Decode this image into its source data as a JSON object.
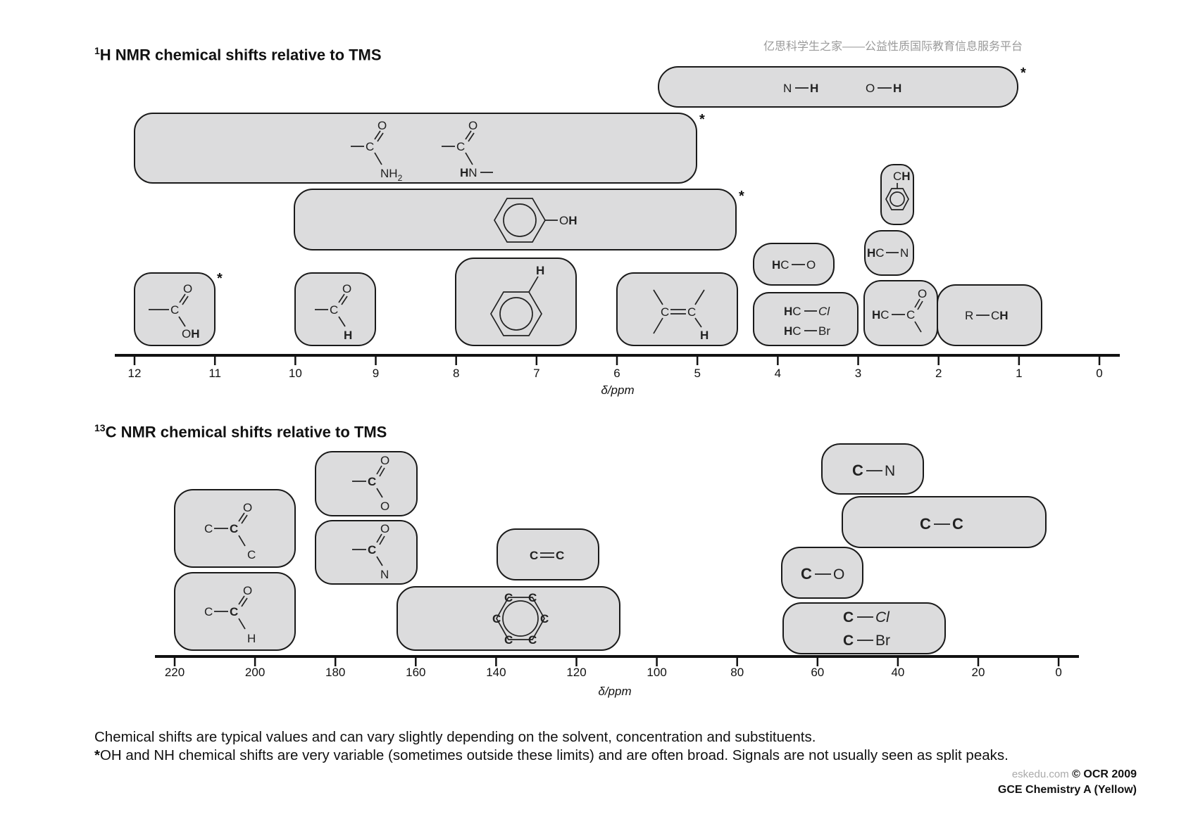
{
  "watermark": "亿思科学生之家——公益性质国际教育信息服务平台",
  "h_nmr": {
    "title_sup": "1",
    "title_text": "H NMR chemical shifts relative to TMS",
    "axis_label": "δ/ppm",
    "ticks": [
      "12",
      "11",
      "10",
      "9",
      "8",
      "7",
      "6",
      "5",
      "4",
      "3",
      "2",
      "1",
      "0"
    ],
    "ranges": [
      {
        "group": "N–H, O–H",
        "ppm": [
          1,
          5.5
        ],
        "variable": true,
        "labels": {
          "n": "N",
          "h1": "H",
          "o": "O",
          "h2": "H"
        }
      },
      {
        "group": "amide C(=O)NH",
        "ppm": [
          5,
          12
        ],
        "variable": true,
        "labels": {
          "o1": "O",
          "c1": "C",
          "nh": "NH",
          "sub2": "2",
          "o2": "O",
          "c2": "C",
          "h": "H",
          "n": "N"
        }
      },
      {
        "group": "phenol OH",
        "ppm": [
          4.5,
          10
        ],
        "variable": true,
        "labels": {
          "oh": "OH",
          "h": "H"
        }
      },
      {
        "group": "carboxylic acid OH",
        "ppm": [
          11,
          12
        ],
        "variable": true,
        "labels": {
          "o": "O",
          "c": "C",
          "oh": "OH",
          "h": "H"
        }
      },
      {
        "group": "aldehyde CHO",
        "ppm": [
          9,
          10
        ],
        "variable": false,
        "labels": {
          "o": "O",
          "c": "C",
          "h": "H"
        }
      },
      {
        "group": "aromatic H",
        "ppm": [
          6.5,
          8
        ],
        "variable": false,
        "labels": {
          "h": "H"
        }
      },
      {
        "group": "alkene H",
        "ppm": [
          4.5,
          6
        ],
        "variable": false,
        "labels": {
          "c1": "C",
          "c2": "C",
          "h": "H"
        }
      },
      {
        "group": "HC–O",
        "ppm": [
          3.3,
          4.3
        ],
        "variable": false,
        "labels": {
          "h": "H",
          "c": "C",
          "o": "O"
        }
      },
      {
        "group": "HC–Cl / HC–Br",
        "ppm": [
          3,
          4.3
        ],
        "variable": false,
        "labels": {
          "h1": "H",
          "c1": "C",
          "cl": "Cl",
          "h2": "H",
          "c2": "C",
          "br": "Br"
        }
      },
      {
        "group": "benzylic CH",
        "ppm": [
          2.3,
          2.7
        ],
        "variable": false,
        "labels": {
          "c": "C",
          "h": "H"
        }
      },
      {
        "group": "HC–N",
        "ppm": [
          2.3,
          2.9
        ],
        "variable": false,
        "labels": {
          "h": "H",
          "c": "C",
          "n": "N"
        }
      },
      {
        "group": "HC–C=O",
        "ppm": [
          2,
          2.9
        ],
        "variable": false,
        "labels": {
          "h": "H",
          "c1": "C",
          "c2": "C",
          "o": "O"
        }
      },
      {
        "group": "R–CH",
        "ppm": [
          0.3,
          2
        ],
        "variable": false,
        "labels": {
          "r": "R",
          "c": "C",
          "h": "H"
        }
      }
    ]
  },
  "c_nmr": {
    "title_sup": "13",
    "title_text": "C NMR chemical shifts relative to TMS",
    "axis_label": "δ/ppm",
    "ticks": [
      "220",
      "200",
      "180",
      "160",
      "140",
      "120",
      "100",
      "80",
      "60",
      "40",
      "20",
      "0"
    ],
    "ranges": [
      {
        "group": "ketone C=O",
        "ppm": [
          190,
          220
        ],
        "labels": {
          "c1": "C",
          "c2": "C",
          "o": "O",
          "c3": "C"
        }
      },
      {
        "group": "aldehyde C=O",
        "ppm": [
          190,
          220
        ],
        "labels": {
          "c1": "C",
          "c2": "C",
          "o": "O",
          "h": "H"
        }
      },
      {
        "group": "acid/ester C=O",
        "ppm": [
          165,
          190
        ],
        "labels": {
          "c": "C",
          "o1": "O",
          "o2": "O"
        }
      },
      {
        "group": "amide C=O",
        "ppm": [
          165,
          190
        ],
        "labels": {
          "c": "C",
          "o": "O",
          "n": "N"
        }
      },
      {
        "group": "alkene C=C",
        "ppm": [
          115,
          140
        ],
        "labels": {
          "c1": "C",
          "c2": "C"
        }
      },
      {
        "group": "aromatic C",
        "ppm": [
          110,
          165
        ],
        "labels": {
          "c": "C"
        }
      },
      {
        "group": "C–N",
        "ppm": [
          35,
          60
        ],
        "labels": {
          "c": "C",
          "n": "N"
        }
      },
      {
        "group": "C–C",
        "ppm": [
          5,
          55
        ],
        "labels": {
          "c1": "C",
          "c2": "C"
        }
      },
      {
        "group": "C–O",
        "ppm": [
          50,
          70
        ],
        "labels": {
          "c": "C",
          "o": "O"
        }
      },
      {
        "group": "C–Cl / C–Br",
        "ppm": [
          30,
          70
        ],
        "labels": {
          "c1": "C",
          "cl": "Cl",
          "c2": "C",
          "br": "Br"
        }
      }
    ]
  },
  "notes": {
    "line1": "Chemical shifts are typical values and can vary slightly depending on the solvent, concentration and substituents.",
    "line2_star": "*",
    "line2": "OH and NH chemical shifts are very variable (sometimes outside these limits) and are often broad. Signals are not usually seen as split peaks."
  },
  "footer": {
    "site": "eskedu.com",
    "copyright": "© OCR 2009",
    "subtitle": "GCE Chemistry A (Yellow)"
  }
}
